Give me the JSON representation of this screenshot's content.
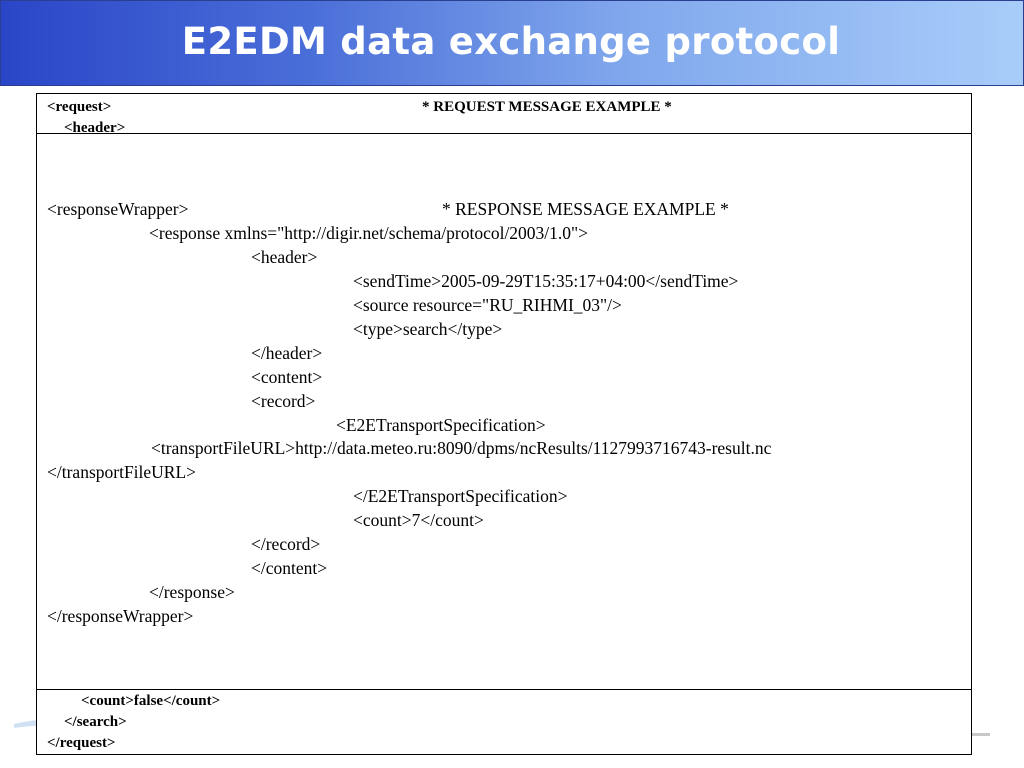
{
  "slide": {
    "title": "E2EDM data exchange protocol"
  },
  "request_header": {
    "line1_tag": "<request>",
    "line1_caption": "* REQUEST MESSAGE EXAMPLE *",
    "line2": "<header>"
  },
  "response": {
    "wrapper_open": "<responseWrapper>",
    "caption": "* RESPONSE MESSAGE EXAMPLE *",
    "lines": [
      "<response xmlns=\"http://digir.net/schema/protocol/2003/1.0\">",
      "<header>",
      "<sendTime>2005-09-29T15:35:17+04:00</sendTime>",
      "<source resource=\"RU_RIHMI_03\"/>",
      "<type>search</type>",
      "</header>",
      "<content>",
      "<record>",
      "<E2ETransportSpecification>",
      "<transportFileURL>http://data.meteo.ru:8090/dpms/ncResults/1127993716743-result.nc",
      "</transportFileURL>",
      "</E2ETransportSpecification>",
      "<count>7</count>",
      "</record>",
      "</content>",
      "</response>",
      "</responseWrapper>"
    ]
  },
  "request_footer": {
    "lines": [
      "<count>false</count>",
      "</search>",
      "</request>"
    ]
  }
}
